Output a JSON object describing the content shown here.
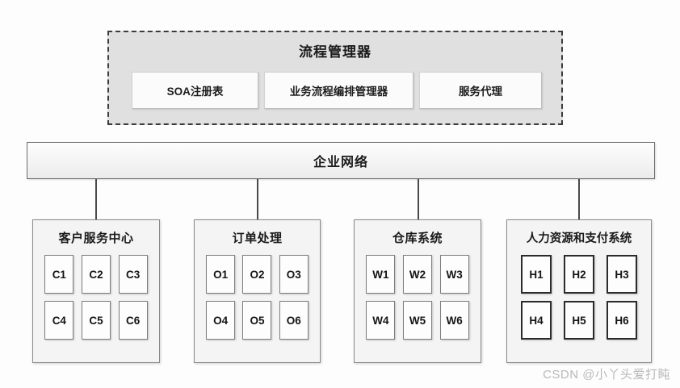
{
  "diagram": {
    "process_manager": {
      "title": "流程管理器",
      "components": [
        {
          "label": "SOA注册表"
        },
        {
          "label": "业务流程编排管理器"
        },
        {
          "label": "服务代理"
        }
      ]
    },
    "enterprise_network": {
      "label": "企业网络"
    },
    "groups": [
      {
        "title": "客户服务中心",
        "nodes": [
          "C1",
          "C2",
          "C3",
          "C4",
          "C5",
          "C6"
        ]
      },
      {
        "title": "订单处理",
        "nodes": [
          "O1",
          "O2",
          "O3",
          "O4",
          "O5",
          "O6"
        ]
      },
      {
        "title": "仓库系统",
        "nodes": [
          "W1",
          "W2",
          "W3",
          "W4",
          "W5",
          "W6"
        ]
      },
      {
        "title": "人力资源和支付系统",
        "nodes": [
          "H1",
          "H2",
          "H3",
          "H4",
          "H5",
          "H6"
        ]
      }
    ]
  },
  "watermark": {
    "text": "CSDN @小丫头爱打盹"
  },
  "colors": {
    "panel_fill": "#e0e0e0",
    "panel_border": "#3c3c3c",
    "group_fill": "#f4f4f4",
    "group_border": "#8a8a8a",
    "node_fill": "#fdfdfd",
    "connector": "#4a4a4a",
    "watermark": "#b9b9b9"
  }
}
